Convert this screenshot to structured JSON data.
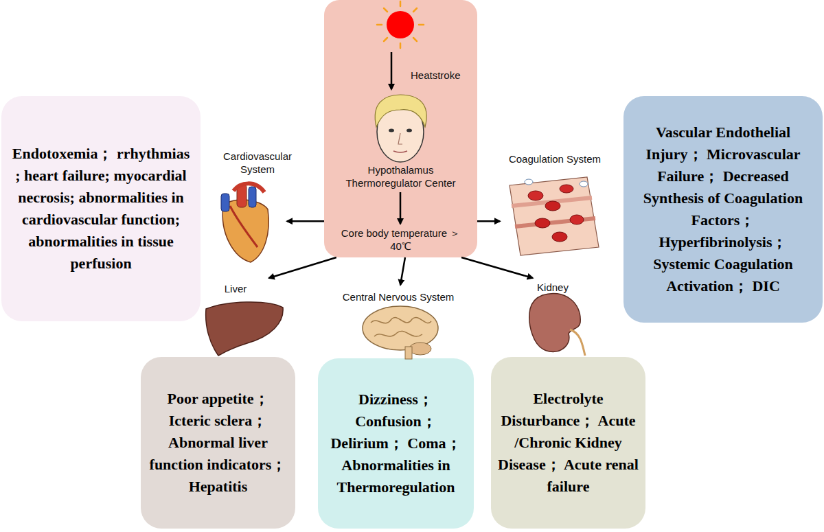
{
  "diagram": {
    "nodes": [
      {
        "text": [
          "Heatstroke",
          "Hypothalamus Thermoregulator Center",
          "Core body temperature ＞40℃"
        ]
      },
      {
        "text": [
          "Cardiovascular System",
          "Endotoxemia； rrhythmias ; heart failure; myocardial necrosis; abnormalities in cardiovascular function; abnormalities in tissue perfusion"
        ]
      },
      {
        "text": [
          "Coagulation System",
          "Vascular Endothelial Injury； Microvascular Failure； Decreased Synthesis of Coagulation Factors； Hyperfibrinolysis； Systemic Coagulation Activation； DIC"
        ]
      },
      {
        "text": [
          "Liver",
          "Poor appetite； Icteric sclera； Abnormal liver function indicators； Hepatitis"
        ]
      },
      {
        "text": [
          "Central Nervous System",
          "Dizziness； Confusion； Delirium； Coma； Abnormalities in Thermoregulation"
        ]
      },
      {
        "text": [
          "Kidney",
          "Electrolyte Disturbance； Acute /Chronic Kidney Disease； Acute renal failure"
        ]
      }
    ],
    "edges": [
      {
        "from": 0,
        "to": 1,
        "arrow": "to"
      },
      {
        "from": 0,
        "to": 2,
        "arrow": "to"
      },
      {
        "from": 0,
        "to": 3,
        "arrow": "to"
      },
      {
        "from": 0,
        "to": 4,
        "arrow": "to"
      },
      {
        "from": 0,
        "to": 5,
        "arrow": "to"
      }
    ]
  }
}
